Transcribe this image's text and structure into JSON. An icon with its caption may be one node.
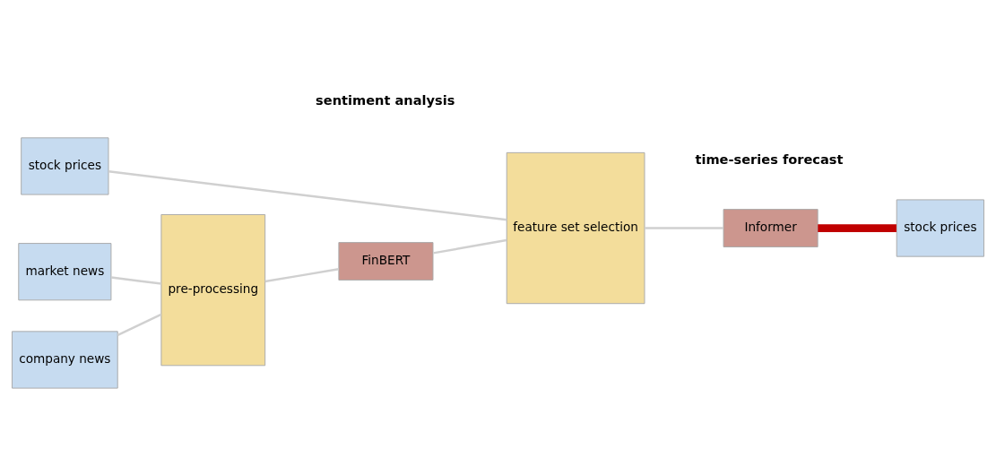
{
  "diagram": {
    "nodes": [
      {
        "text": [
          "stock prices"
        ]
      },
      {
        "text": [
          "market news"
        ]
      },
      {
        "text": [
          "company news"
        ]
      },
      {
        "text": [
          "pre-processing"
        ]
      },
      {
        "text": [
          "FinBERT"
        ]
      },
      {
        "text": [
          "feature set selection"
        ]
      },
      {
        "text": [
          "Informer"
        ]
      },
      {
        "text": [
          "stock prices"
        ]
      }
    ],
    "edges": [
      {
        "from": 1,
        "to": 3,
        "arrow": "none"
      },
      {
        "from": 2,
        "to": 3,
        "arrow": "none"
      },
      {
        "from": 3,
        "to": 4,
        "arrow": "none"
      },
      {
        "from": 0,
        "to": 5,
        "arrow": "none"
      },
      {
        "from": 4,
        "to": 5,
        "arrow": "none"
      },
      {
        "from": 5,
        "to": 6,
        "arrow": "none"
      },
      {
        "from": 6,
        "to": 7,
        "arrow": "none",
        "style": "thick",
        "color": "#c00000"
      }
    ],
    "labels": [
      "sentiment analysis",
      "time-series forecast"
    ]
  }
}
